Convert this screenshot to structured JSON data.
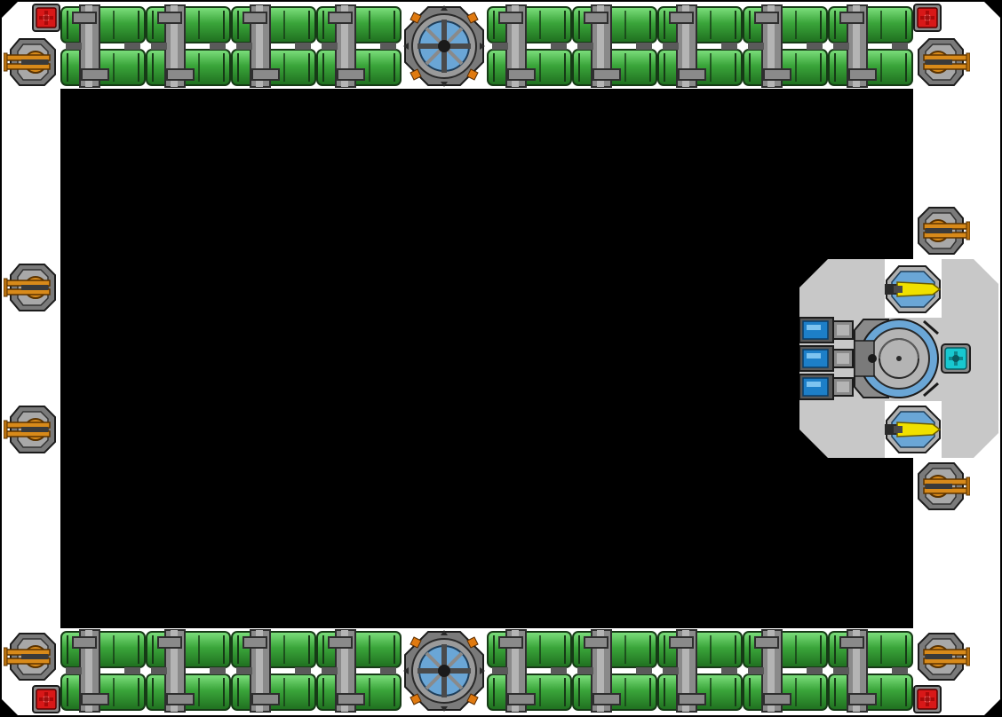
{
  "colors": {
    "background": "#000000",
    "hull": "#ffffff",
    "deck": "#c8c8c8",
    "tank_green": "#3aa53a",
    "tank_green_light": "#6ed26e",
    "tank_green_dark": "#1f6e1f",
    "pipe_gray": "#8a8a8a",
    "pipe_dark": "#4a4a4a",
    "cannon_orange": "#d88a1a",
    "hub_blue": "#6aa6d6",
    "hub_orange": "#e07a10",
    "red_module": "#d81818",
    "thruster_yellow": "#f0e000",
    "engine_blue": "#1d7fc8",
    "core_cyan": "#18c8d0"
  },
  "icons": {
    "cargo_tank": "cargo-tank-module",
    "cannon": "cannon-turret",
    "hub": "docking-hub",
    "red_module": "red-power-module",
    "thruster": "yellow-thruster",
    "engine": "blue-engine",
    "core": "cyan-core",
    "reactor": "reactor-dome"
  }
}
